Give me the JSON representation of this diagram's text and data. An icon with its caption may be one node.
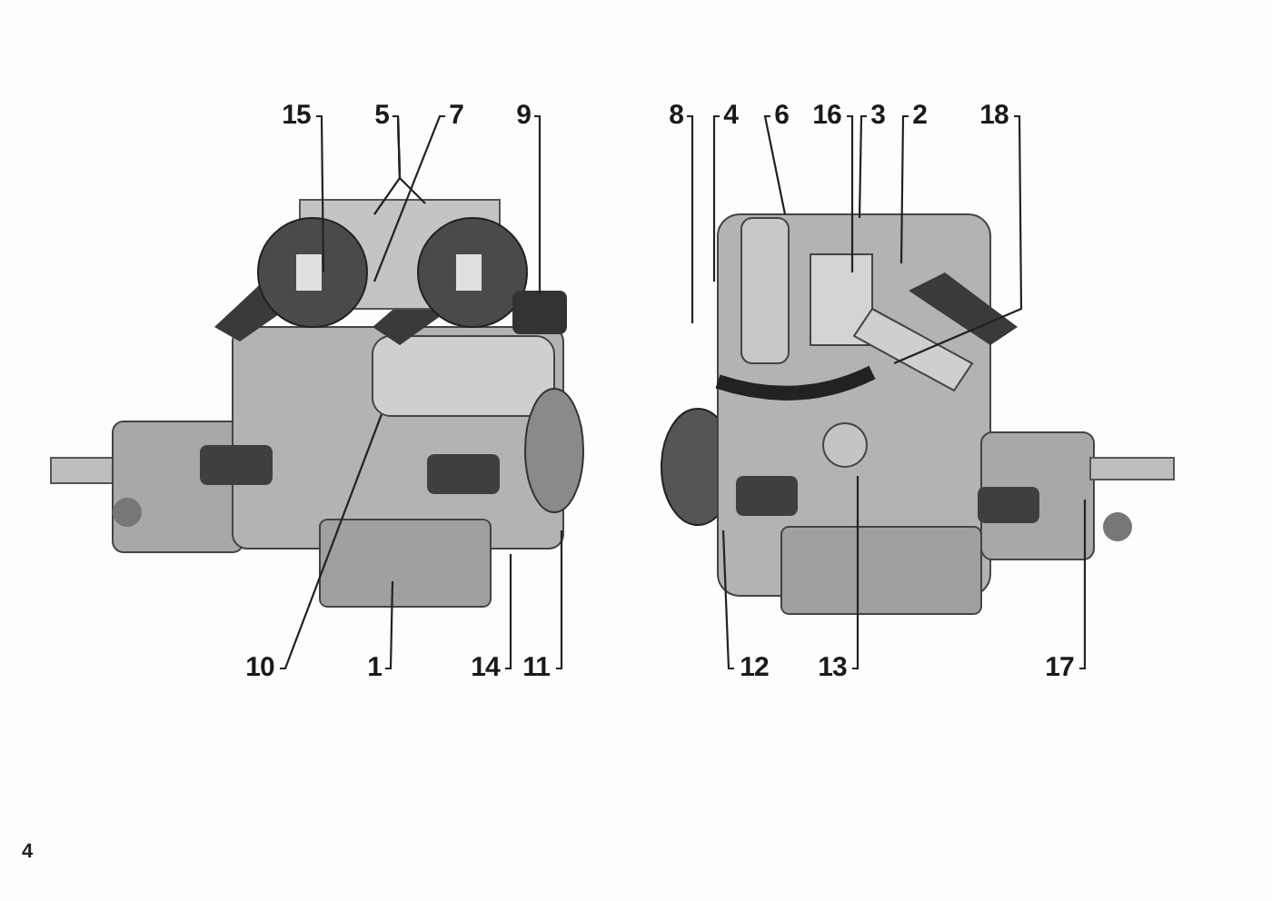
{
  "diagram": {
    "nodes": [
      {
        "text": [
          "15"
        ]
      },
      {
        "text": [
          "5"
        ]
      },
      {
        "text": [
          "7"
        ]
      },
      {
        "text": [
          "9"
        ]
      },
      {
        "text": [
          "8"
        ]
      },
      {
        "text": [
          "4"
        ]
      },
      {
        "text": [
          "6"
        ]
      },
      {
        "text": [
          "16"
        ]
      },
      {
        "text": [
          "3"
        ]
      },
      {
        "text": [
          "2"
        ]
      },
      {
        "text": [
          "18"
        ]
      },
      {
        "text": [
          "10"
        ]
      },
      {
        "text": [
          "1"
        ]
      },
      {
        "text": [
          "14"
        ]
      },
      {
        "text": [
          "11"
        ]
      },
      {
        "text": [
          "12"
        ]
      },
      {
        "text": [
          "13"
        ]
      },
      {
        "text": [
          "17"
        ]
      }
    ],
    "edges": [
      {
        "from": 0,
        "to": null,
        "arrow": "none"
      },
      {
        "from": 1,
        "to": null,
        "arrow": "none"
      },
      {
        "from": 1,
        "to": null,
        "arrow": "none"
      },
      {
        "from": 2,
        "to": null,
        "arrow": "none"
      },
      {
        "from": 3,
        "to": null,
        "arrow": "none"
      },
      {
        "from": 4,
        "to": null,
        "arrow": "none"
      },
      {
        "from": 5,
        "to": null,
        "arrow": "none"
      },
      {
        "from": 6,
        "to": null,
        "arrow": "none"
      },
      {
        "from": 7,
        "to": null,
        "arrow": "none"
      },
      {
        "from": 8,
        "to": null,
        "arrow": "none"
      },
      {
        "from": 9,
        "to": null,
        "arrow": "none"
      },
      {
        "from": 10,
        "to": null,
        "arrow": "none"
      },
      {
        "from": 11,
        "to": null,
        "arrow": "none"
      },
      {
        "from": 12,
        "to": null,
        "arrow": "none"
      },
      {
        "from": 13,
        "to": null,
        "arrow": "none"
      },
      {
        "from": 14,
        "to": null,
        "arrow": "none"
      },
      {
        "from": 15,
        "to": null,
        "arrow": "none"
      },
      {
        "from": 16,
        "to": null,
        "arrow": "none"
      },
      {
        "from": 17,
        "to": null,
        "arrow": "none"
      }
    ],
    "labels": [
      "4"
    ]
  }
}
